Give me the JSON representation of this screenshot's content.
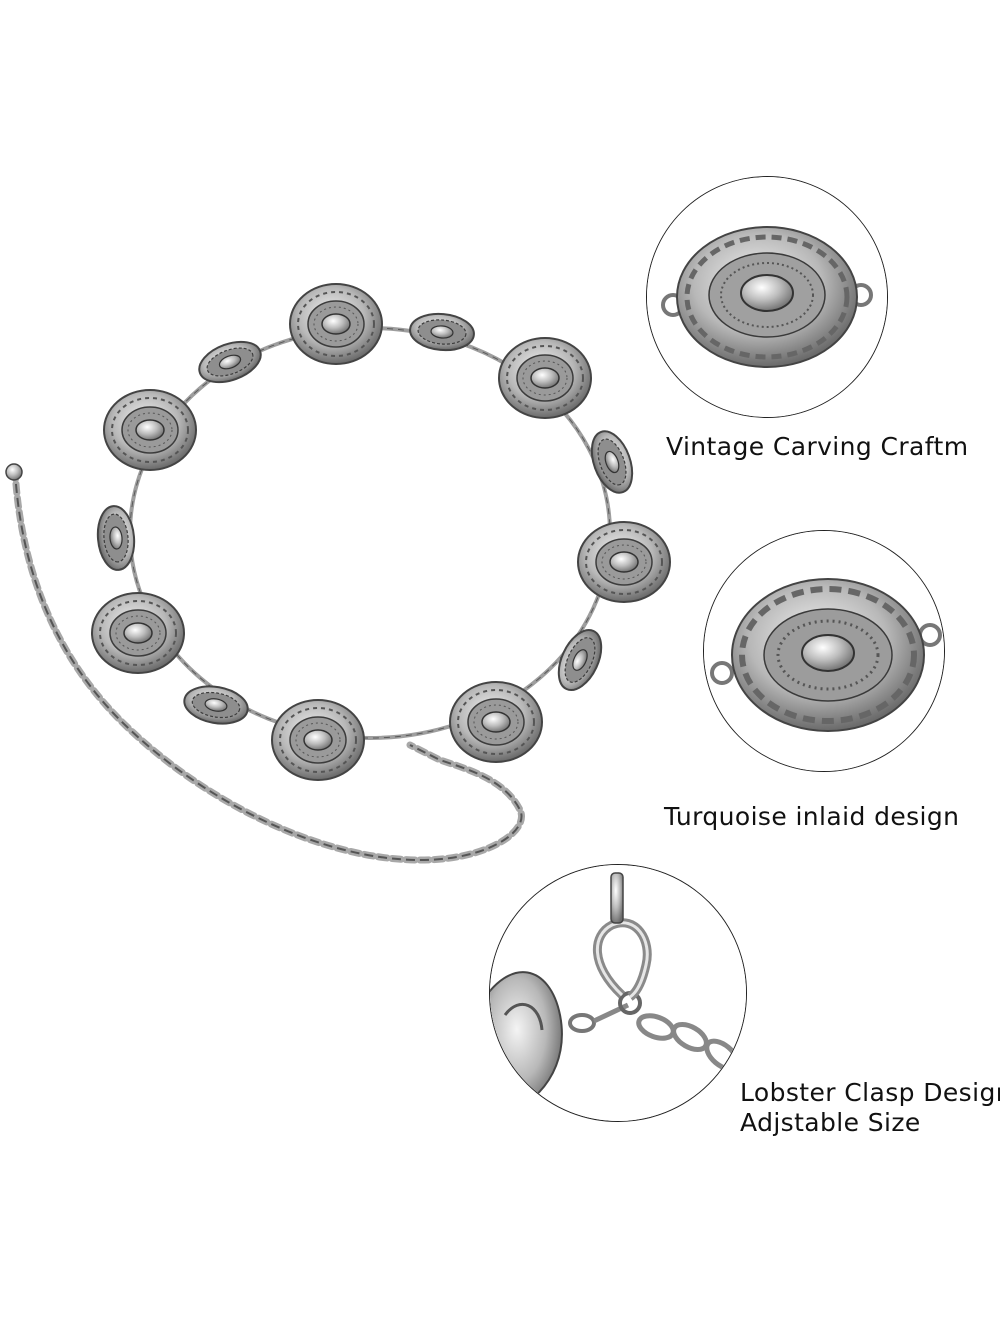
{
  "palette": {
    "background": "#ffffff",
    "silver_light": "#eeeeee",
    "silver_mid": "#b4b4b4",
    "silver_dark": "#4a4a4a",
    "outline": "#222222",
    "caption_text": "#111111"
  },
  "subject": "silver-concho-chain-belt",
  "captions": {
    "carving": "Vintage Carving Craftm",
    "inlaid": "Turquoise inlaid design",
    "clasp_line1": "Lobster Clasp Design",
    "clasp_line2": "Adjstable Size"
  }
}
